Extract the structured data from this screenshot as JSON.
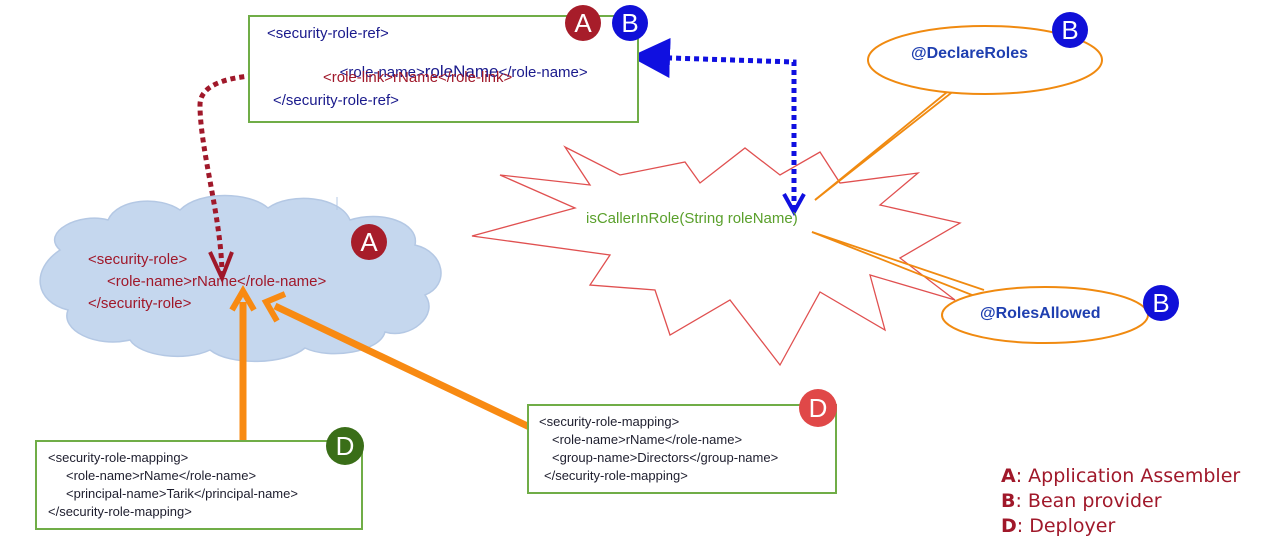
{
  "role_ref_box": {
    "line1": "<security-role-ref>",
    "line2_a": "<role-name>",
    "line2_b": "roleName",
    "line2_c": "</role-name>",
    "line3": "<role-link>rName</role-link>",
    "line4": "</security-role-ref>"
  },
  "cloud": {
    "line1": "<security-role>",
    "line2": "<role-name>rName</role-name>",
    "line3": "</security-role>"
  },
  "starburst": {
    "label": "isCallerInRole(String roleName)"
  },
  "callouts": {
    "declare_roles": "@DeclareRoles",
    "roles_allowed": "@RolesAllowed"
  },
  "mapping_tarik": {
    "line1": "<security-role-mapping>",
    "line2": "<role-name>rName</role-name>",
    "line3": "<principal-name>Tarik</principal-name>",
    "line4": "</security-role-mapping>"
  },
  "mapping_directors": {
    "line1": "<security-role-mapping>",
    "line2": "<role-name>rName</role-name>",
    "line3": "<group-name>Directors</group-name>",
    "line4": "</security-role-mapping>"
  },
  "badges": {
    "a": "A",
    "b": "B",
    "d": "D"
  },
  "legend": {
    "a_key": "A",
    "a_text": ": Application Assembler",
    "b_key": "B",
    "b_text": ": Bean provider",
    "d_key": "D",
    "d_text": ": Deployer"
  },
  "colors": {
    "box_border": "#70ad47",
    "maroon": "#a0182a",
    "navy": "#1a1a8c",
    "cloud_fill": "#c5d7ee",
    "starburst_border": "#e05050",
    "starburst_text": "#5aa02c",
    "callout_border": "#f08a10",
    "callout_text": "#1f3fb0",
    "orange_arrow": "#f88a12",
    "blue_dotted": "#1010e0",
    "badge_a": "#a71d2a",
    "badge_b": "#1010d8",
    "badge_d_red": "#e04848",
    "badge_d_green": "#3a6e18"
  }
}
